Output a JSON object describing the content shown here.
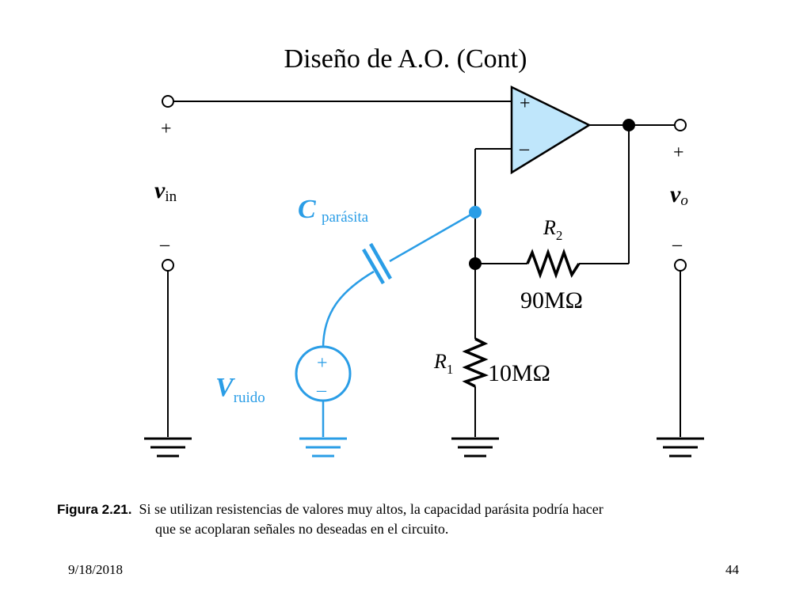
{
  "slide": {
    "title": "Diseño de A.O. (Cont)",
    "date": "9/18/2018",
    "page": "44"
  },
  "diagram": {
    "input_plus": "+",
    "input_minus": "–",
    "input_v": "v",
    "input_sub": "in",
    "output_plus": "+",
    "output_minus": "–",
    "output_v": "v",
    "output_sub": "o",
    "opamp_plus": "+",
    "opamp_minus": "–",
    "cap_label_main": "C",
    "cap_label_sub": "parásita",
    "r2_main": "R",
    "r2_sub": "2",
    "r2_value": "90MΩ",
    "r1_main": "R",
    "r1_sub": "1",
    "r1_value": "10MΩ",
    "source_plus": "+",
    "source_minus": "–",
    "noise_main": "V",
    "noise_sub": "ruido",
    "colors": {
      "accent": "#2a9de6",
      "opamp_fill": "#bfe6fb",
      "wire": "#000000"
    }
  },
  "caption": {
    "figure_label": "Figura 2.21.",
    "line1": "Si se utilizan resistencias de valores muy altos, la capacidad parásita podría hacer",
    "line2": "que se acoplaran señales no deseadas en el circuito."
  }
}
